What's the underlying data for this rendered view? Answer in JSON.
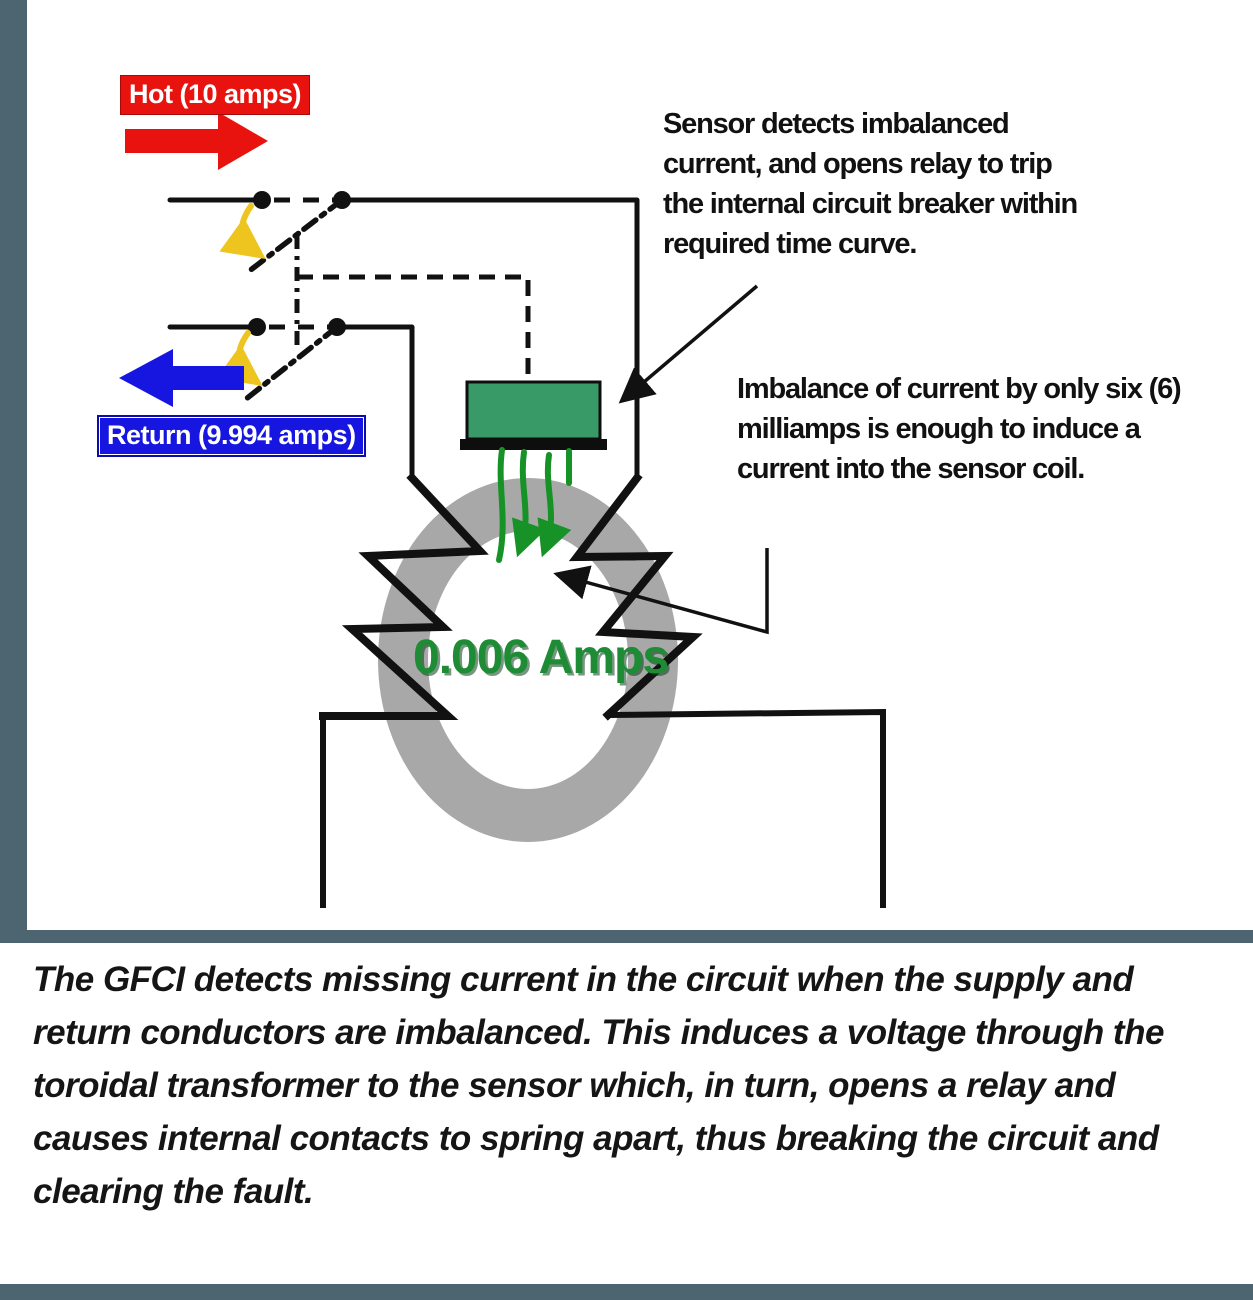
{
  "diagram": {
    "hot_label": "Hot (10 amps)",
    "return_label": "Return (9.994 amps)",
    "sensor_note": "Sensor detects imbalanced current, and opens relay to trip the internal circuit breaker within required time curve.",
    "imbalance_note": "Imbalance of current by only six (6) milliamps is enough to induce a current into the sensor coil.",
    "current_value": "0.006 Amps"
  },
  "caption": {
    "text": "The GFCI detects missing current in the circuit when the supply and return conductors are imbalanced. This induces a voltage through the toroidal transformer to the sensor which, in turn, opens a relay and causes internal contacts to spring apart, thus breaking the circuit and clearing the fault."
  },
  "colors": {
    "slate": "#4d6570",
    "red": "#e8130f",
    "blue": "#1616e0",
    "ringgray": "#a8a8a8",
    "greenbox": "#389a66",
    "coilgreen": "#169226",
    "greentext": "#1e8c35",
    "gold": "#eec41e",
    "ink": "#111111"
  }
}
